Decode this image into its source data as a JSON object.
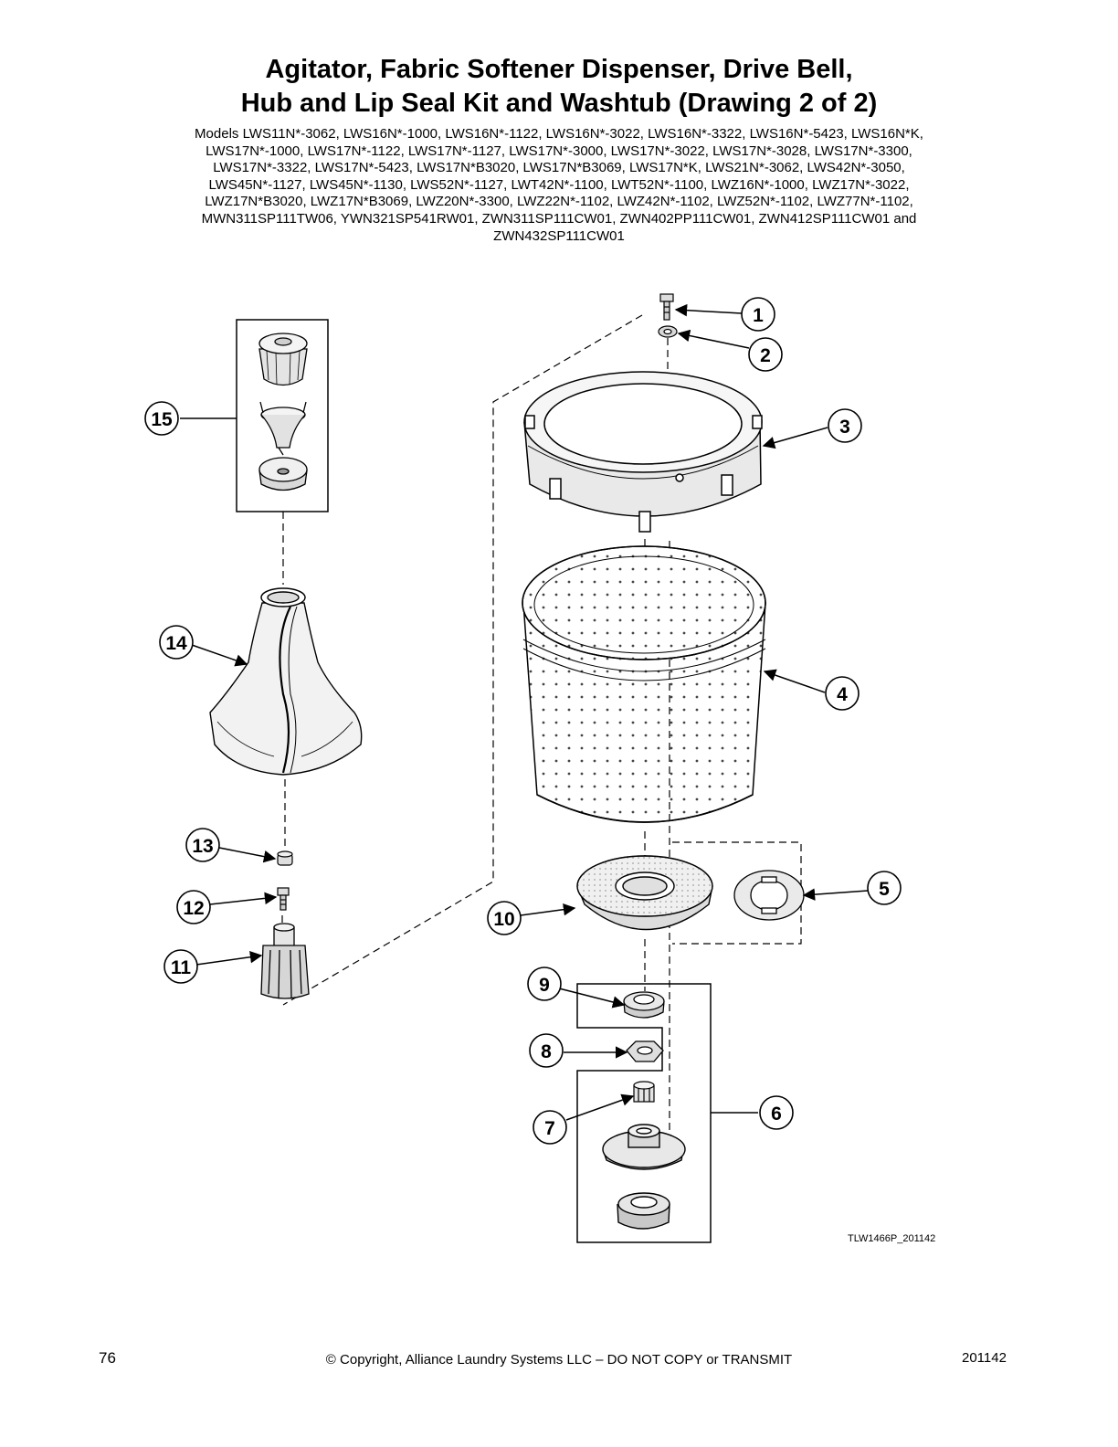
{
  "title": {
    "line1": "Agitator, Fabric Softener Dispenser, Drive Bell,",
    "line2": "Hub and Lip Seal Kit and Washtub (Drawing 2 of 2)"
  },
  "models": [
    "Models LWS11N*-3062, LWS16N*-1000, LWS16N*-1122, LWS16N*-3022, LWS16N*-3322, LWS16N*-5423, LWS16N*K,",
    "LWS17N*-1000, LWS17N*-1122, LWS17N*-1127, LWS17N*-3000, LWS17N*-3022, LWS17N*-3028, LWS17N*-3300,",
    "LWS17N*-3322, LWS17N*-5423, LWS17N*B3020, LWS17N*B3069, LWS17N*K, LWS21N*-3062, LWS42N*-3050,",
    "LWS45N*-1127, LWS45N*-1130, LWS52N*-1127, LWT42N*-1100, LWT52N*-1100, LWZ16N*-1000, LWZ17N*-3022,",
    "LWZ17N*B3020, LWZ17N*B3069, LWZ20N*-3300, LWZ22N*-1102, LWZ42N*-1102, LWZ52N*-1102, LWZ77N*-1102,",
    "MWN311SP111TW06, YWN321SP541RW01, ZWN311SP111CW01, ZWN402PP111CW01, ZWN412SP111CW01 and",
    "ZWN432SP111CW01"
  ],
  "callouts": [
    "1",
    "2",
    "3",
    "4",
    "5",
    "6",
    "7",
    "8",
    "9",
    "10",
    "11",
    "12",
    "13",
    "14",
    "15"
  ],
  "drawing_id": "TLW1466P_201142",
  "footer": {
    "page_number": "76",
    "copyright": "© Copyright, Alliance Laundry Systems LLC – DO NOT COPY or TRANSMIT",
    "date_code": "201142"
  }
}
